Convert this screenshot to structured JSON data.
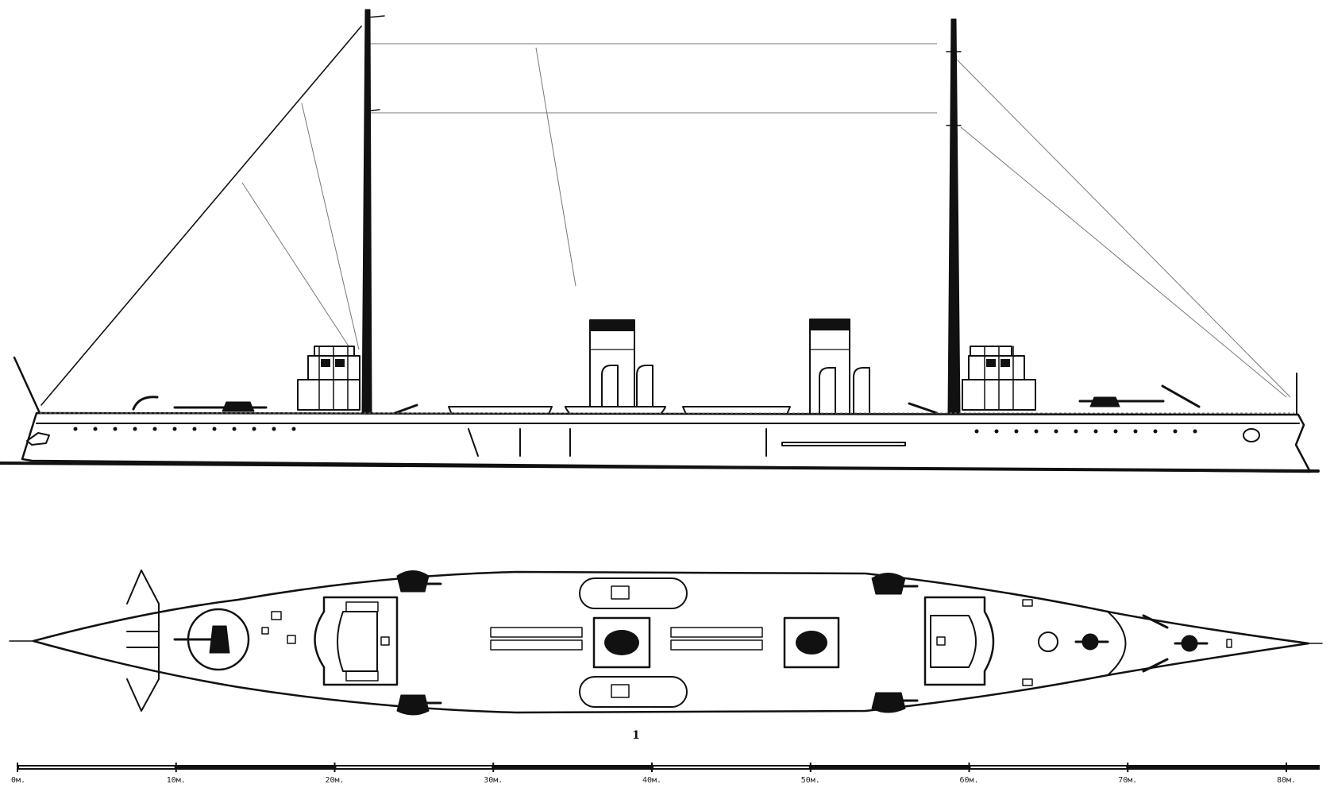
{
  "figure_label": "1",
  "scale": {
    "unit_ticks": [
      "0м.",
      "10м.",
      "20м.",
      "30м.",
      "40м.",
      "50м.",
      "60м.",
      "70м.",
      "80м."
    ]
  },
  "colors": {
    "ink": "#111111",
    "paper": "#ffffff",
    "rigging": "#777777"
  }
}
